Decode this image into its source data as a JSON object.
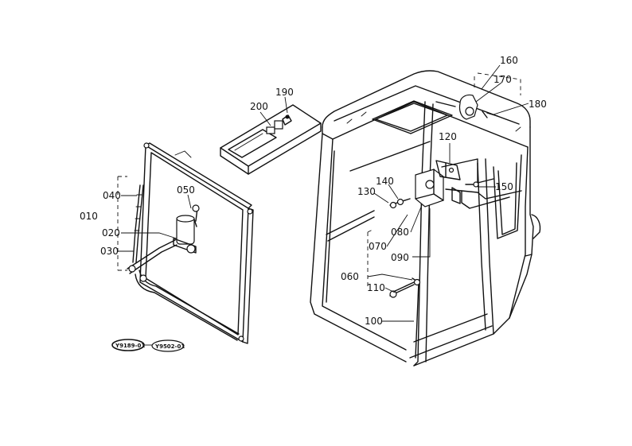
{
  "labels": {
    "p010": "010",
    "p020": "020",
    "p030": "030",
    "p040": "040",
    "p050": "050",
    "p060": "060",
    "p070": "070",
    "p080": "080",
    "p090": "090",
    "p100": "100",
    "p110": "110",
    "p120": "120",
    "p130": "130",
    "p140": "140",
    "p150": "150",
    "p160": "160",
    "p170": "170",
    "p180": "180",
    "p190": "190",
    "p200": "200"
  },
  "refs": {
    "left": "Y9189-01",
    "right": "Y9502-01"
  }
}
